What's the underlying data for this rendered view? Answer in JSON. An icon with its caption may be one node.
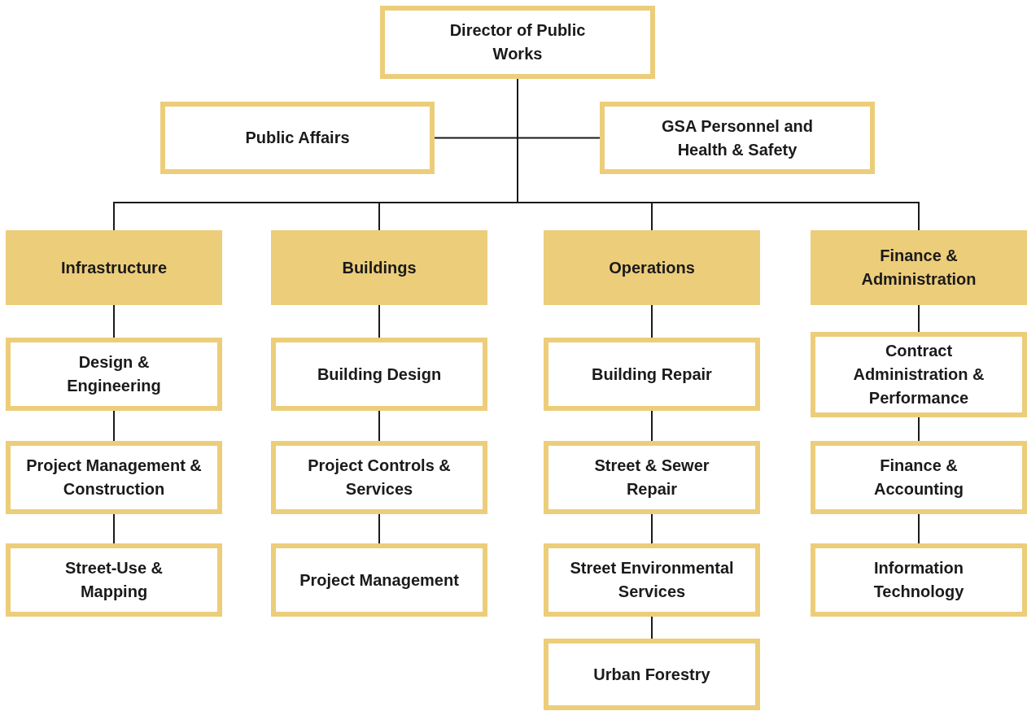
{
  "diagram": {
    "nodes": [
      {
        "text": [
          "Director of Public Works"
        ]
      },
      {
        "text": [
          "Public Affairs"
        ]
      },
      {
        "text": [
          "GSA Personnel and Health & Safety"
        ]
      },
      {
        "text": [
          "Infrastructure"
        ]
      },
      {
        "text": [
          "Buildings"
        ]
      },
      {
        "text": [
          "Operations"
        ]
      },
      {
        "text": [
          "Finance & Administration"
        ]
      },
      {
        "text": [
          "Design & Engineering"
        ]
      },
      {
        "text": [
          "Project Management & Construction"
        ]
      },
      {
        "text": [
          "Street-Use & Mapping"
        ]
      },
      {
        "text": [
          "Building Design"
        ]
      },
      {
        "text": [
          "Project Controls & Services"
        ]
      },
      {
        "text": [
          "Project Management"
        ]
      },
      {
        "text": [
          "Building Repair"
        ]
      },
      {
        "text": [
          "Street & Sewer Repair"
        ]
      },
      {
        "text": [
          "Street Environmental Services"
        ]
      },
      {
        "text": [
          "Urban Forestry"
        ]
      },
      {
        "text": [
          "Contract Administration & Performance"
        ]
      },
      {
        "text": [
          "Finance & Accounting"
        ]
      },
      {
        "text": [
          "Information Technology"
        ]
      }
    ],
    "edges": [
      {
        "from": 0,
        "to": 1,
        "arrow": "none"
      },
      {
        "from": 0,
        "to": 2,
        "arrow": "none"
      },
      {
        "from": 0,
        "to": 3,
        "arrow": "none"
      },
      {
        "from": 0,
        "to": 4,
        "arrow": "none"
      },
      {
        "from": 0,
        "to": 5,
        "arrow": "none"
      },
      {
        "from": 0,
        "to": 6,
        "arrow": "none"
      },
      {
        "from": 3,
        "to": 7,
        "arrow": "none"
      },
      {
        "from": 7,
        "to": 8,
        "arrow": "none"
      },
      {
        "from": 8,
        "to": 9,
        "arrow": "none"
      },
      {
        "from": 4,
        "to": 10,
        "arrow": "none"
      },
      {
        "from": 10,
        "to": 11,
        "arrow": "none"
      },
      {
        "from": 11,
        "to": 12,
        "arrow": "none"
      },
      {
        "from": 5,
        "to": 13,
        "arrow": "none"
      },
      {
        "from": 13,
        "to": 14,
        "arrow": "none"
      },
      {
        "from": 14,
        "to": 15,
        "arrow": "none"
      },
      {
        "from": 15,
        "to": 16,
        "arrow": "none"
      },
      {
        "from": 6,
        "to": 17,
        "arrow": "none"
      },
      {
        "from": 17,
        "to": 18,
        "arrow": "none"
      },
      {
        "from": 18,
        "to": 19,
        "arrow": "none"
      }
    ]
  }
}
